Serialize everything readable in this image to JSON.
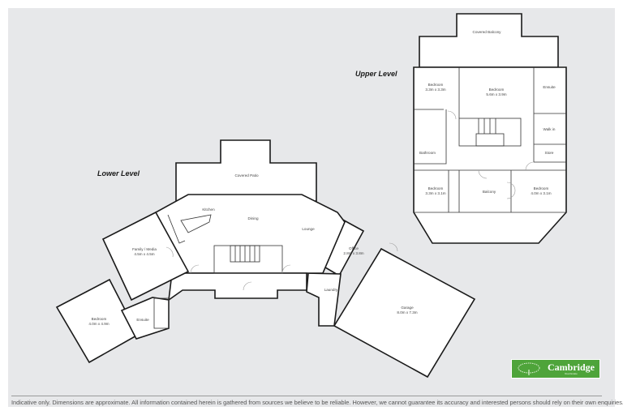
{
  "upper_level": {
    "title": "Upper Level",
    "rooms": {
      "covered_balcony": "Covered Balcony",
      "bedroom_1_name": "Bedroom",
      "bedroom_1_size": "3.3m x 3.3m",
      "bedroom_2_name": "Bedroom",
      "bedroom_2_size": "5.6m x 3.9m",
      "ensuite": "Ensuite",
      "walk_in": "Walk in",
      "store": "Store",
      "bathroom": "Bathroom",
      "bedroom_3_name": "Bedroom",
      "bedroom_3_size": "3.3m x 3.1m",
      "balcony": "Balcony",
      "bedroom_4_name": "Bedroom",
      "bedroom_4_size": "4.0m x 3.1m"
    }
  },
  "lower_level": {
    "title": "Lower Level",
    "rooms": {
      "covered_patio": "Covered Patio",
      "kitchen": "Kitchen",
      "dining": "Dining",
      "lounge": "Lounge",
      "family_name": "Family / Media",
      "family_size": "4.5m x 4.5m",
      "office_name": "Office",
      "office_size": "2.8m x 3.8m",
      "laundry": "Laundry",
      "garage_name": "Garage",
      "garage_size": "8.0m x 7.3m",
      "bedroom_name": "Bedroom",
      "bedroom_size": "4.0m x 4.9m",
      "ensuite": "Ensuite"
    }
  },
  "logo": {
    "name": "Cambridge",
    "sub": "Real Estate",
    "color": "#4ea43a"
  },
  "disclaimer": "Indicative only. Dimensions are approximate. All information contained herein is gathered from sources we believe to be reliable. However, we cannot guarantee its accuracy and interested persons should rely on their own enquiries."
}
